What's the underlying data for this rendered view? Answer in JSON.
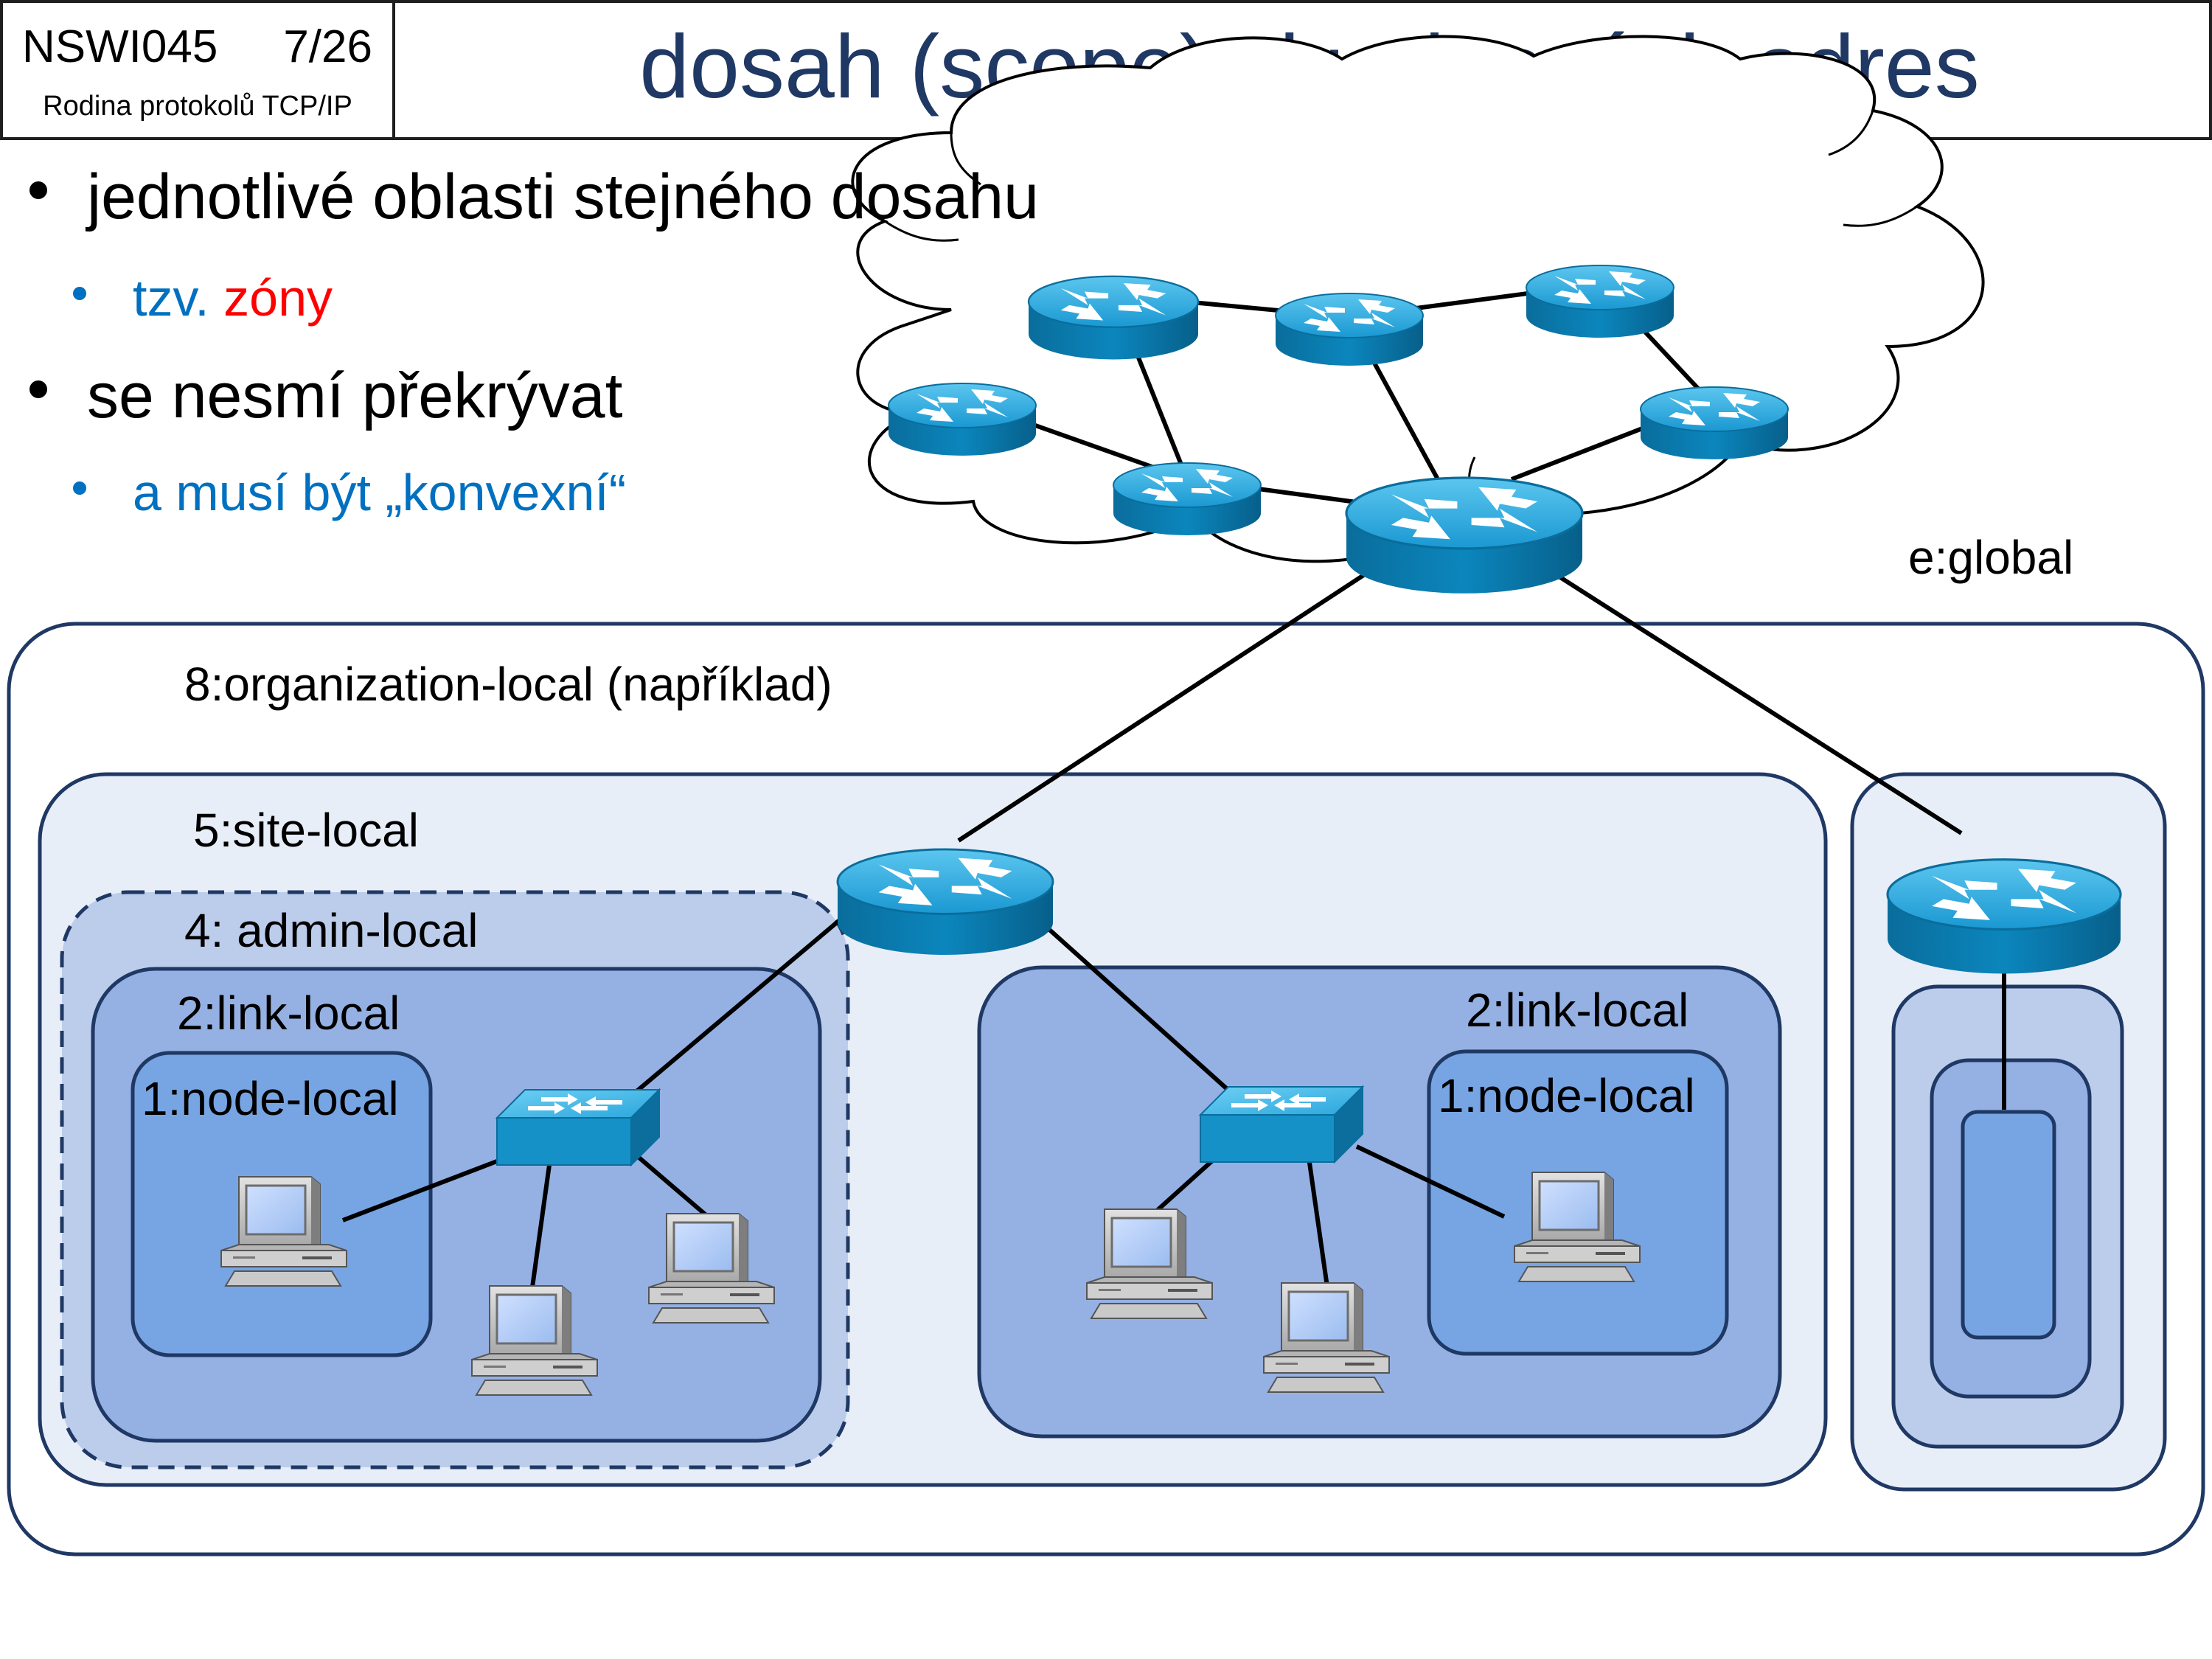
{
  "header": {
    "course_code": "NSWI045",
    "page_number": "7/26",
    "course_name": "Rodina protokolů TCP/IP",
    "title": "dosah (scope) skupinových adres"
  },
  "bullets": [
    {
      "level": 1,
      "text": "jednotlivé oblasti stejného dosahu"
    },
    {
      "level": 2,
      "prefix": "tzv. ",
      "highlight": "zóny"
    },
    {
      "level": 1,
      "text": "se nesmí překrývat"
    },
    {
      "level": 2,
      "text": "a musí být „konvexní“"
    }
  ],
  "scopes": {
    "global": "e:global",
    "organization": "8:organization-local (například)",
    "site": "5:site-local",
    "admin": "4: admin-local",
    "link_left": "2:link-local",
    "link_right": "2:link-local",
    "node_left": "1:node-local",
    "node_right": "1:node-local"
  },
  "colors": {
    "title": "#1f3864",
    "bullet_blue": "#0070c0",
    "highlight_red": "#ff0000",
    "zone_org": "#ffffff",
    "zone_site": "#e8eef8",
    "zone_admin": "#bccdec",
    "zone_link": "#95b1e3",
    "zone_node": "#77a5e4",
    "zone_border": "#1f3864",
    "router_body": "#0a84b8",
    "router_top": "#39b3e6"
  },
  "icons": [
    "router-icon",
    "switch-icon",
    "computer-icon",
    "cloud-icon"
  ]
}
